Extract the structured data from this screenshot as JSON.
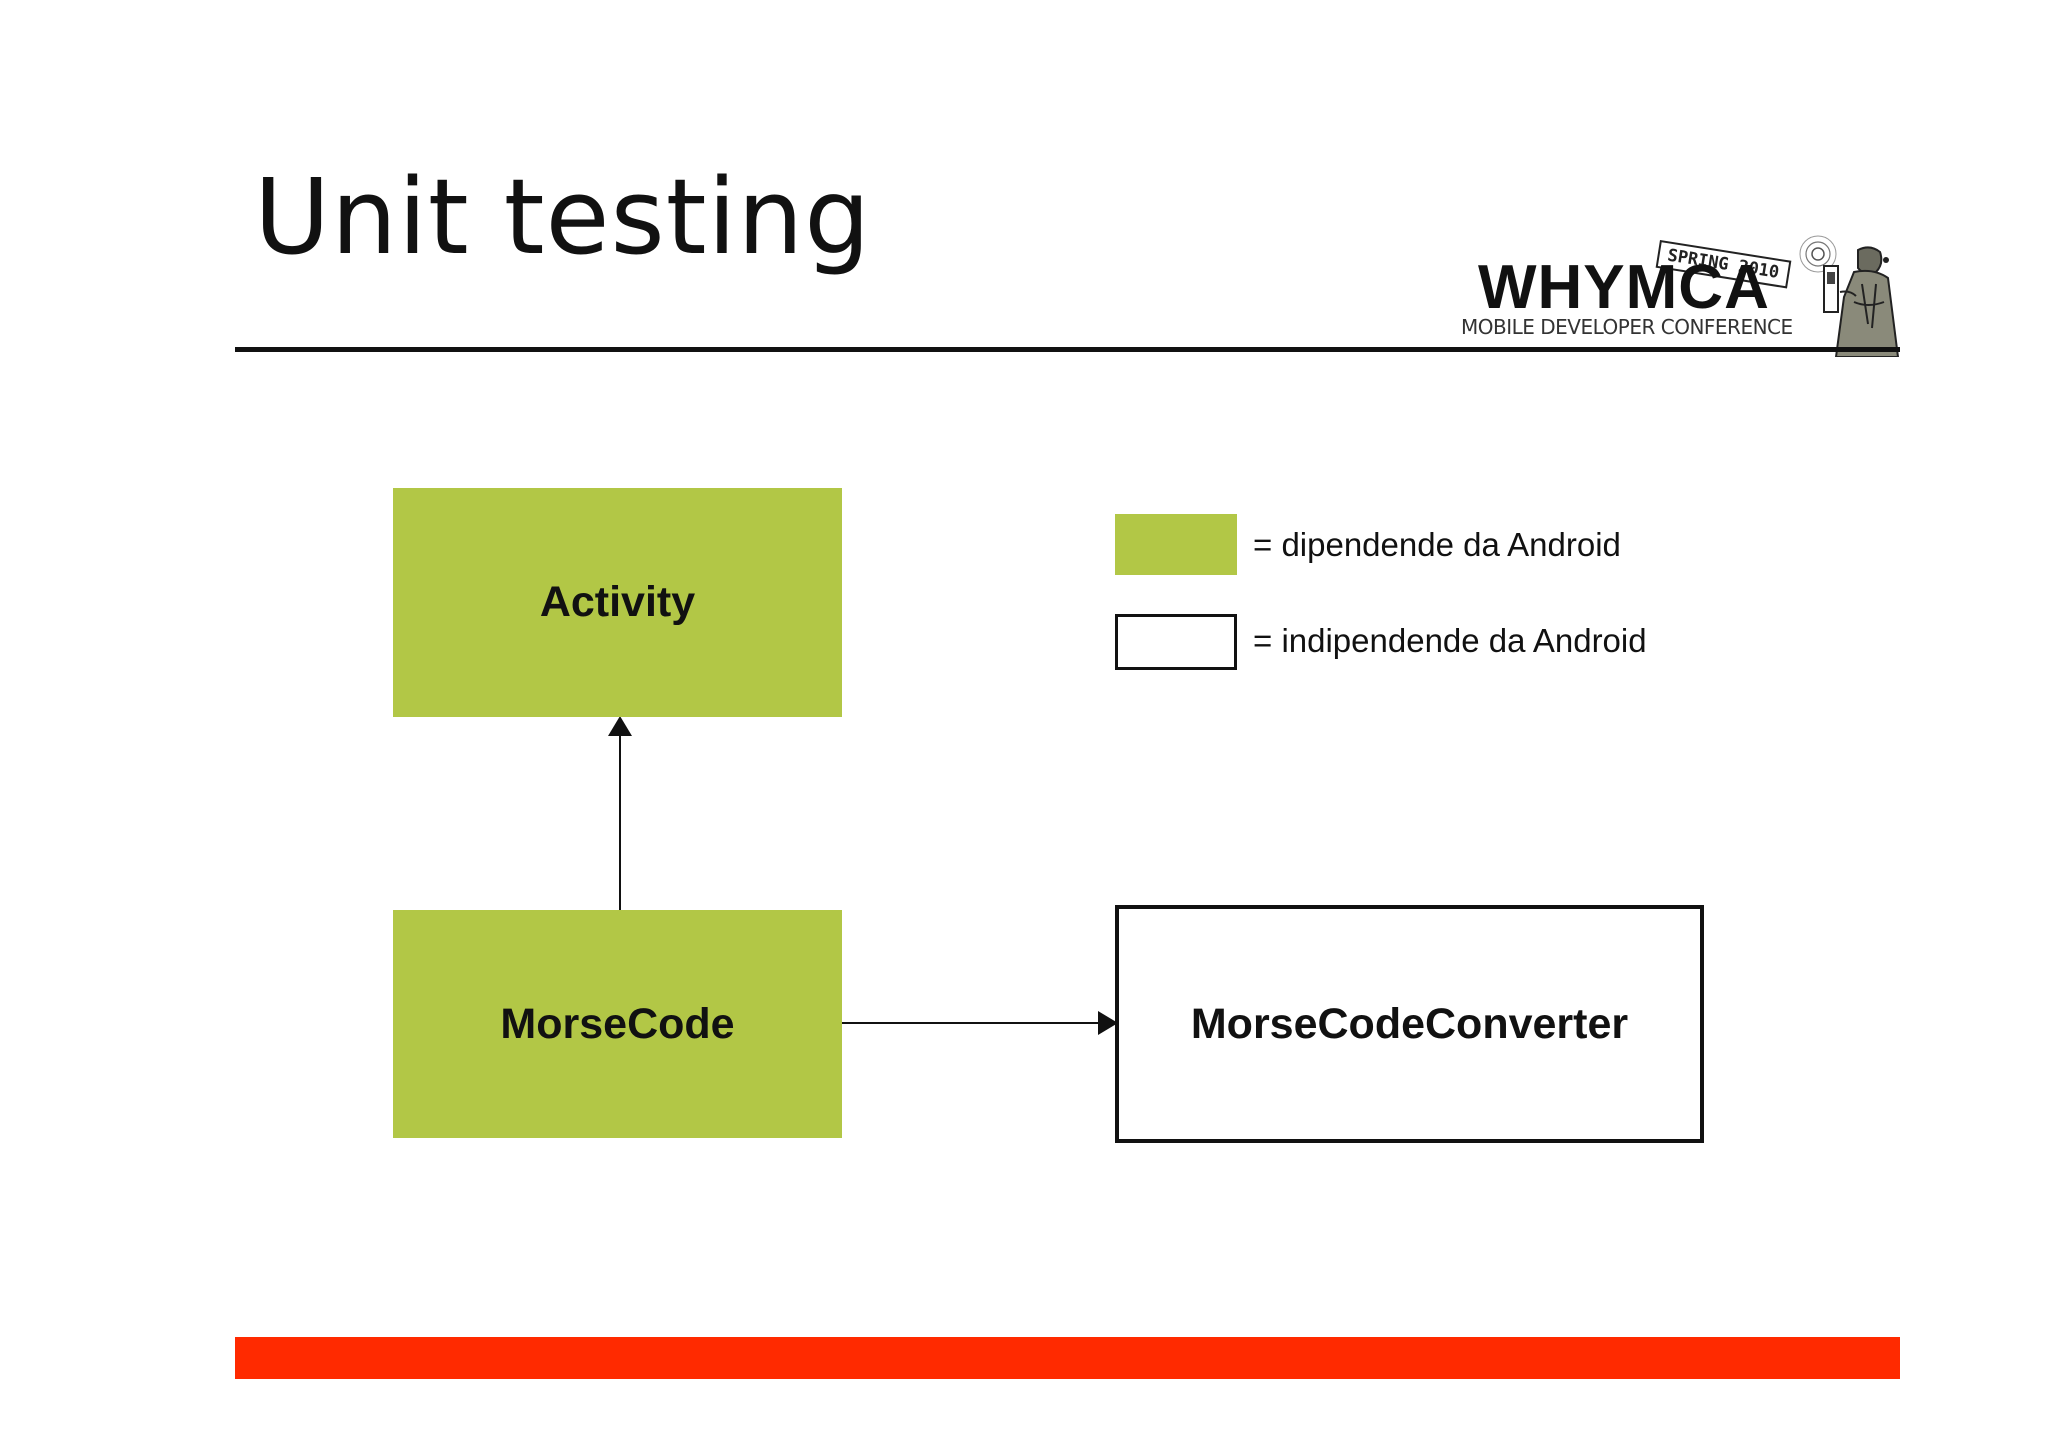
{
  "slide": {
    "title": "Unit testing"
  },
  "logo": {
    "name": "WHYMCA",
    "tagline": "MOBILE DEVELOPER CONFERENCE",
    "badge": "SPRING 2010"
  },
  "legend": [
    {
      "label": "=  dipendende da Android",
      "swatch": "android"
    },
    {
      "label": "=  indipendende da Android",
      "swatch": "independent"
    }
  ],
  "nodes": [
    {
      "id": "activity",
      "label": "Activity",
      "kind": "android"
    },
    {
      "id": "morsecode",
      "label": "MorseCode",
      "kind": "android"
    },
    {
      "id": "converter",
      "label": "MorseCodeConverter",
      "kind": "independent"
    }
  ],
  "edges": [
    {
      "from": "morsecode",
      "to": "activity"
    },
    {
      "from": "morsecode",
      "to": "converter"
    }
  ],
  "colors": {
    "android": "#b2c746",
    "independent": "#ffffff",
    "outline": "#111111",
    "footer_bar": "#ff2a00"
  }
}
